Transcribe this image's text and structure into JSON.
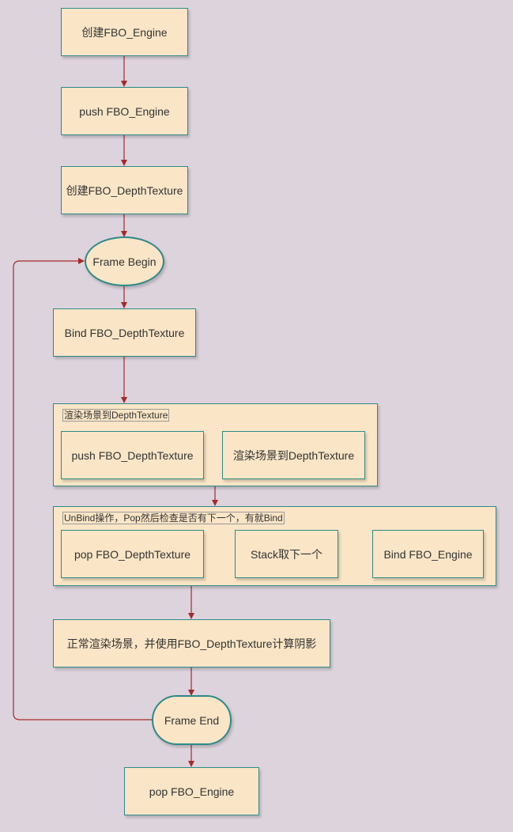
{
  "nodes": {
    "create_engine": "创建FBO_Engine",
    "push_engine": "push FBO_Engine",
    "create_depth": "创建FBO_DepthTexture",
    "frame_begin": "Frame Begin",
    "bind_depth": "Bind FBO_DepthTexture",
    "push_depth": "push FBO_DepthTexture",
    "render_to_depth": "渲染场景到DepthTexture",
    "pop_depth": "pop FBO_DepthTexture",
    "stack_next": "Stack取下一个",
    "bind_engine": "Bind FBO_Engine",
    "normal_render": "正常渲染场景，并使用FBO_DepthTexture计算阴影",
    "frame_end": "Frame End",
    "pop_engine": "pop FBO_Engine"
  },
  "groups": {
    "render_group": "渲染场景到DepthTexture",
    "unbind_group": "UnBind操作，Pop然后检查是否有下一个，有就Bind"
  },
  "colors": {
    "background": "#dcd3dc",
    "node_fill": "#fae5c6",
    "node_border": "#2d8a8a",
    "arrow": "#a52a2a"
  }
}
